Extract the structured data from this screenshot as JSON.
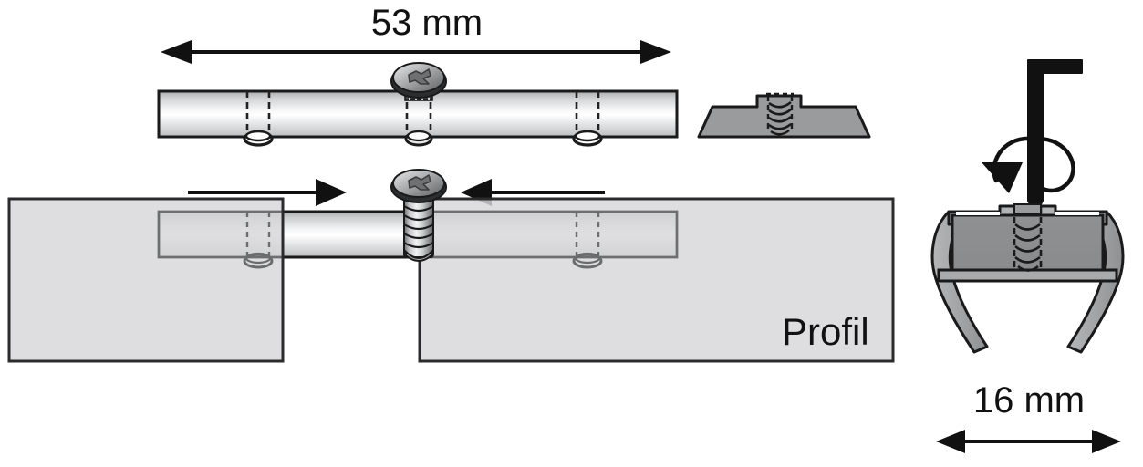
{
  "diagram": {
    "title": "Montageanleitung Profil",
    "background_color": "#ffffff",
    "labels": {
      "width_dimension": "53 mm",
      "depth_dimension": "16 mm",
      "profile_label": "Profil"
    },
    "colors": {
      "outline": "#1a1a1a",
      "panel_fill": "#d7d7d9",
      "panel_stroke": "#2b2b2b",
      "bracket_fill": "#9a9b9d",
      "bracket_stroke": "#1a1a1a",
      "rail_light": "#ffffff",
      "rail_mid": "#d2d4d6",
      "rail_dark": "#8c8e90",
      "screw_dark": "#272727",
      "screw_mid": "#9b9c9e",
      "screw_light": "#e8e8e8",
      "hidden_line": "#3a3a3a",
      "arrow_fill": "#111111"
    },
    "views": [
      {
        "name": "top-view",
        "description": "Rail bar seen from the side with three screw holes and one mounted screw",
        "dimension": "53 mm",
        "hole_count": 3
      },
      {
        "name": "bracket-section",
        "description": "Gray bracket cross-section with threaded bore"
      },
      {
        "name": "assembly-view",
        "description": "Rail inserted between two profile panels, screw tightened from above",
        "arrows": 2,
        "label": "Profil"
      },
      {
        "name": "profile-cross-section",
        "description": "C-shaped profile cross-section with allen key inserted from above",
        "dimension": "16 mm",
        "tool": "allen-key"
      }
    ]
  }
}
